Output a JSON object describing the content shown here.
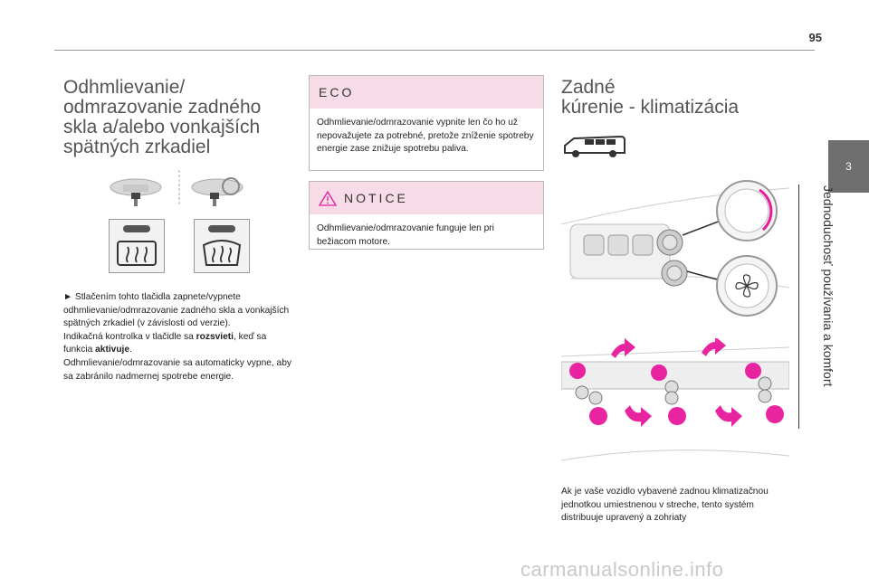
{
  "page": {
    "number": "95"
  },
  "left": {
    "title": "Odhmlievanie/\nodmrazovanie zadného\nskla a/alebo vonkajších\nspätných zrkadiel",
    "p1": "► Stlačením tohto tlačidla zapnete/vypnete odhmlievanie/odmrazovanie zadného skla a vonkajších spätných zrkadiel (v závislosti od verzie).",
    "p2_a": "Indikačná kontrolka v tlačidle sa ",
    "p2_b": "rozsvieti",
    "p2_c": ", keď sa funkcia ",
    "p2_d": "aktivuje",
    "p2_e": ".",
    "p3": "Odhmlievanie/odmrazovanie sa automaticky vypne, aby sa zabránilo nadmernej spotrebe energie."
  },
  "middle": {
    "eco": {
      "title": "ECO",
      "text": "Odhmlievanie/odmrazovanie vypnite len čo ho už nepovažujete za potrebné, pretože zníženie spotreby energie zase znižuje spotrebu paliva."
    },
    "notice": {
      "title": "NOTICE",
      "text": "Odhmlievanie/odmrazovanie funguje len pri bežiacom motore."
    }
  },
  "right": {
    "title": "Zadné\nkúrenie - klimatizácia",
    "text": "Ak je vaše vozidlo vybavené zadnou klimatizačnou jednotkou umiestnenou v streche, tento systém distribuuje upravený a zohriaty"
  },
  "sidebar": {
    "chapter_number": "3",
    "chapter_title": "Jednoduchosť používania a komfort"
  },
  "watermark": "carmanualsonline.info",
  "colors": {
    "accent_pink": "#e8199b",
    "box_header": "#f7dce8",
    "tab_gray": "#6f6f6f"
  }
}
